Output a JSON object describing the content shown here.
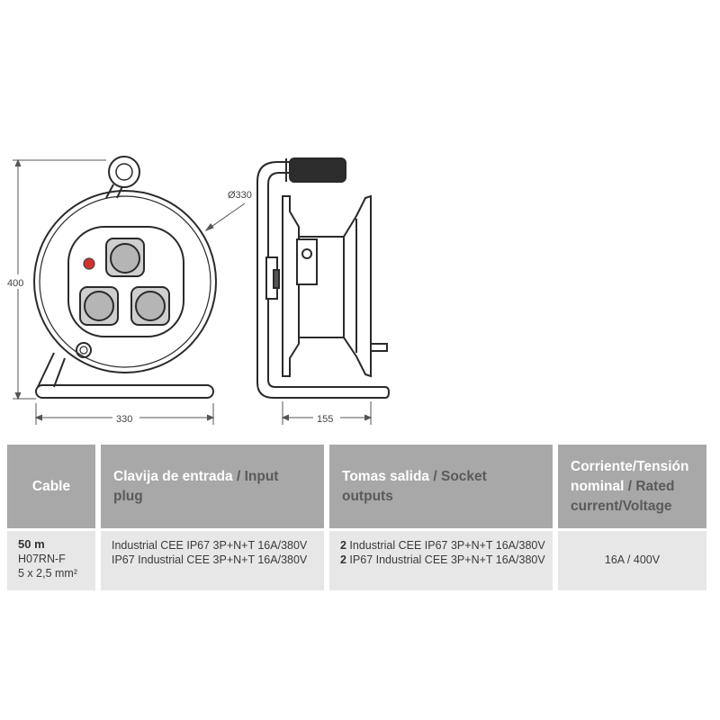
{
  "dimensions": {
    "height": "400",
    "width_front": "330",
    "diameter": "Ø330",
    "width_side": "155"
  },
  "table": {
    "headers": [
      {
        "main": "Cable",
        "sub": ""
      },
      {
        "main": "Clavija de entrada",
        "sep": " / ",
        "sub": "Input plug"
      },
      {
        "main": "Tomas salida",
        "sep": " / ",
        "sub": "Socket outputs"
      },
      {
        "main_line1": "Corriente/Tensión",
        "main_line2": "nominal",
        "sep": " / ",
        "sub_line2": "Rated",
        "sub_line3": "current/Voltage"
      }
    ],
    "row": {
      "cable": {
        "length": "50 m",
        "type": "H07RN-F",
        "section": "5 x 2,5 mm²"
      },
      "input_plug": [
        "Industrial CEE IP67 3P+N+T 16A/380V",
        "IP67 Industrial CEE 3P+N+T 16A/380V"
      ],
      "socket_outputs": [
        {
          "count": "2",
          "text": " Industrial CEE IP67 3P+N+T 16A/380V"
        },
        {
          "count": "2",
          "text": " IP67 Industrial CEE 3P+N+T 16A/380V"
        }
      ],
      "rated": "16A / 400V"
    }
  }
}
